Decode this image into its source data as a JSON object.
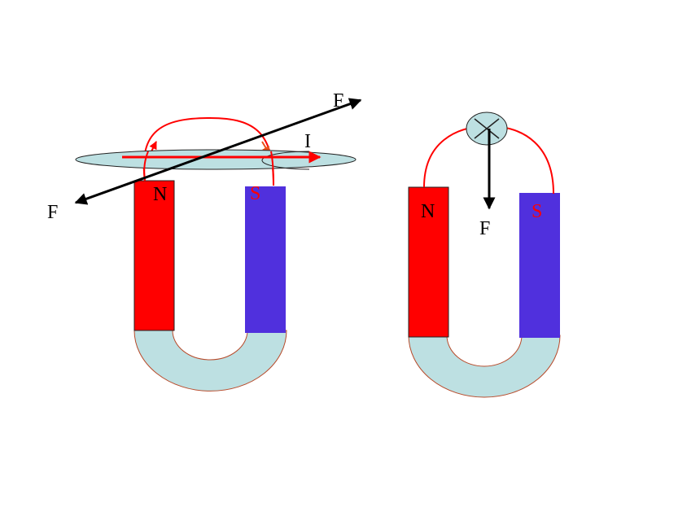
{
  "left_diagram": {
    "north_label": "N",
    "south_label": "S",
    "current_label": "I",
    "force_label_up": "F",
    "force_label_down": "F"
  },
  "right_diagram": {
    "north_label": "N",
    "south_label": "S",
    "force_label": "F"
  },
  "colors": {
    "north": "#ff0000",
    "south": "#5030dd",
    "yoke": "#bde0e2",
    "conductor": "#bde0e2",
    "field_line": "#ff0000",
    "force_arrow": "#000000"
  }
}
